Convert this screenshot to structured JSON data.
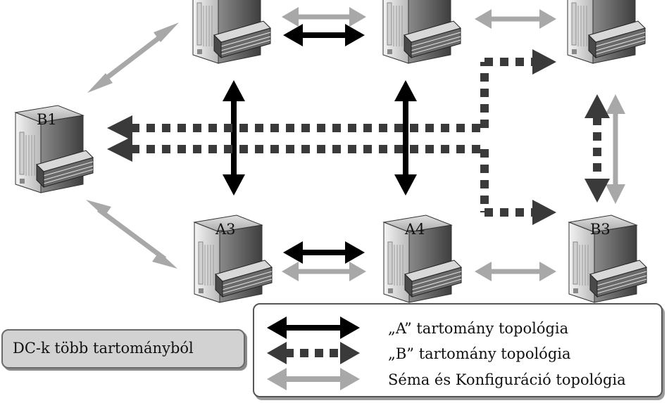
{
  "servers": [
    {
      "id": "a1",
      "label": ""
    },
    {
      "id": "a2",
      "label": ""
    },
    {
      "id": "b2",
      "label": ""
    },
    {
      "id": "b1",
      "label": "B1"
    },
    {
      "id": "a3",
      "label": "A3"
    },
    {
      "id": "a4",
      "label": "A4"
    },
    {
      "id": "b3",
      "label": "B3"
    }
  ],
  "legend": {
    "domain_a": "„A” tartomány topológia",
    "domain_b": "„B” tartomány topológia",
    "schema_config": "Séma és Konfiguráció topológia"
  },
  "caption": "DC-k több tartományból",
  "colors": {
    "domain_a_arrow": "#000000",
    "domain_b_arrow": "#3a3a3a",
    "schema_arrow": "#a8a8a8"
  }
}
